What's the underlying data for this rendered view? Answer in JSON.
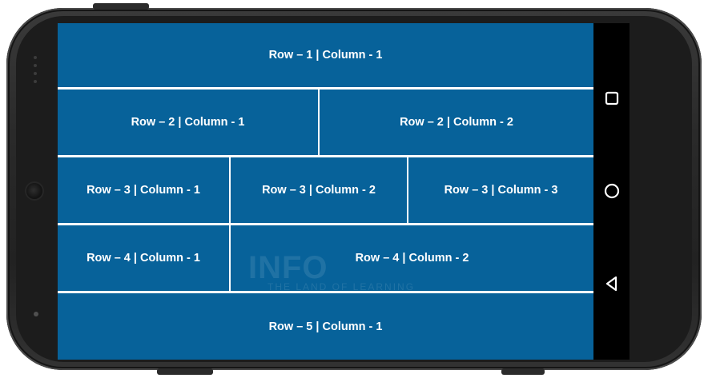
{
  "grid": {
    "cell_color": "#07629a",
    "divider_color": "#ffffff",
    "rows": [
      {
        "cells": [
          {
            "label": "Row – 1 | Column - 1"
          }
        ]
      },
      {
        "cells": [
          {
            "label": "Row – 2 | Column - 1"
          },
          {
            "label": "Row – 2 | Column - 2"
          }
        ]
      },
      {
        "cells": [
          {
            "label": "Row – 3 | Column - 1"
          },
          {
            "label": "Row – 3 | Column - 2"
          },
          {
            "label": "Row – 3 | Column - 3"
          }
        ]
      },
      {
        "cells": [
          {
            "label": "Row – 4 | Column - 1"
          },
          {
            "label": "Row – 4 | Column - 2"
          }
        ]
      },
      {
        "cells": [
          {
            "label": "Row – 5 | Column - 1"
          }
        ]
      }
    ]
  },
  "watermark": {
    "brand": "INFO",
    "tagline": "THE LAND OF LEARNING"
  },
  "navbar": {
    "buttons": [
      {
        "icon": "recent-apps-icon"
      },
      {
        "icon": "home-icon"
      },
      {
        "icon": "back-icon"
      }
    ]
  },
  "device": {
    "body_color": "#2a2a2a",
    "navbar_color": "#000000"
  }
}
